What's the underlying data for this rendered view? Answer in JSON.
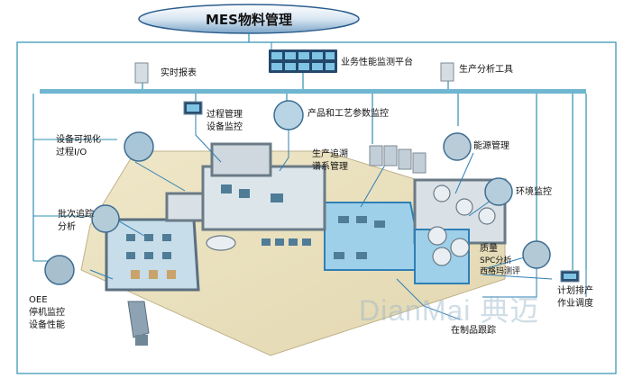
{
  "title": "MES物料管理",
  "labels": {
    "realtime_report": "实时报表",
    "business_monitor": "业务性能监测平台",
    "production_analysis": "生产分析工具",
    "process_management": "过程管理",
    "equipment_monitor": "设备监控",
    "product_process_params": "产品和工艺参数监控",
    "equipment_visual": "设备可视化",
    "process_io": "过程I/O",
    "production_trace": "生产追溯",
    "genealogy_management": "谱系管理",
    "energy_management": "能源管理",
    "environment_monitor": "环境监控",
    "batch_trace": "批次追踪",
    "analysis": "分析",
    "quality": "质量",
    "spc_analysis": "SPC分析",
    "six_sigma": "西格玛测评",
    "oee": "OEE",
    "downtime_monitor": "停机监控",
    "equipment_performance": "设备性能",
    "plan_scheduling": "计划排产",
    "work_dispatch": "作业调度",
    "wip_tracking": "在制品跟踪"
  },
  "watermark": "DianMai 典迈"
}
